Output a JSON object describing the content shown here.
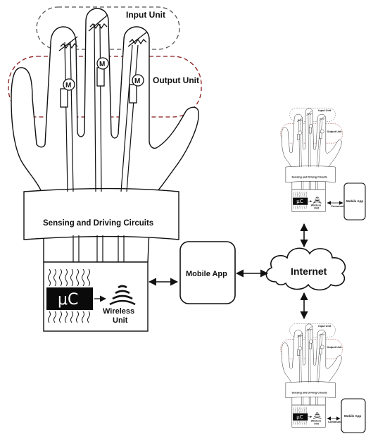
{
  "labels": {
    "input_unit": "Input Unit",
    "output_unit": "Output Unit",
    "sensing": "Sensing and Driving Circuits",
    "mcu": "μC",
    "wireless_1": "Wireless",
    "wireless_2": "Unit",
    "mobile_app": "Mobile App",
    "internet": "Internet",
    "motor": "M",
    "communication": "Communication"
  },
  "colors": {
    "ink": "#111111",
    "output_outline": "#8b1a1a",
    "input_outline": "#555555",
    "chip": "#0a0a0a"
  },
  "icons": [
    "heat-wave-icon",
    "wireless-signal-icon",
    "motor-icon",
    "flex-sensor-icon",
    "cloud-icon"
  ]
}
